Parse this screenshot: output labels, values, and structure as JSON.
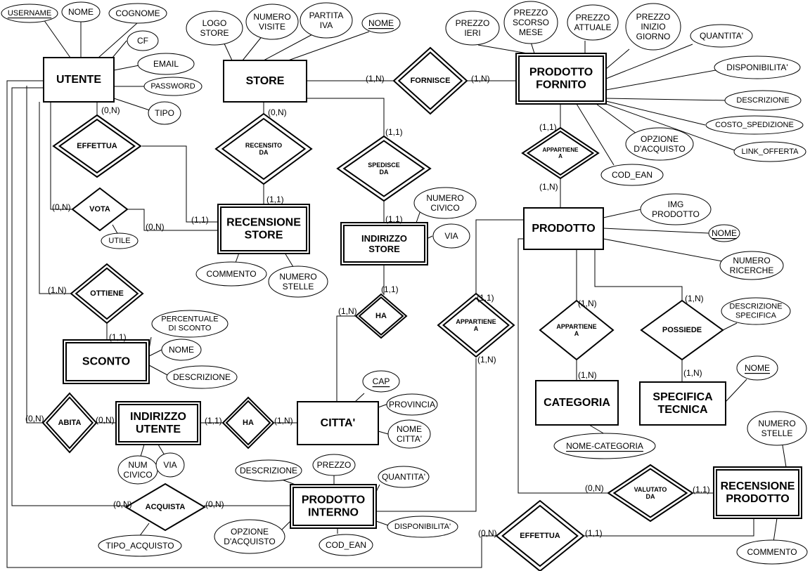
{
  "entities": [
    {
      "id": "utente",
      "label": [
        "UTENTE"
      ]
    },
    {
      "id": "store",
      "label": [
        "STORE"
      ]
    },
    {
      "id": "prodotto-fornito",
      "label": [
        "PRODOTTO",
        "FORNITO"
      ]
    },
    {
      "id": "recensione-store",
      "label": [
        "RECENSIONE",
        "STORE"
      ]
    },
    {
      "id": "indirizzo-store",
      "label": [
        "INDIRIZZO",
        "STORE"
      ]
    },
    {
      "id": "prodotto",
      "label": [
        "PRODOTTO"
      ]
    },
    {
      "id": "sconto",
      "label": [
        "SCONTO"
      ]
    },
    {
      "id": "indirizzo-utente",
      "label": [
        "INDIRIZZO",
        "UTENTE"
      ]
    },
    {
      "id": "citta",
      "label": [
        "CITTA'"
      ]
    },
    {
      "id": "categoria",
      "label": [
        "CATEGORIA"
      ]
    },
    {
      "id": "specifica-tecnica",
      "label": [
        "SPECIFICA",
        "TECNICA"
      ]
    },
    {
      "id": "prodotto-interno",
      "label": [
        "PRODOTTO",
        "INTERNO"
      ]
    },
    {
      "id": "recensione-prodotto",
      "label": [
        "RECENSIONE",
        "PRODOTTO"
      ]
    }
  ],
  "relationships": [
    {
      "id": "fornisce",
      "label": [
        "FORNISCE"
      ]
    },
    {
      "id": "effettua-recensione",
      "label": [
        "EFFETTUA"
      ]
    },
    {
      "id": "recensito-da",
      "label": [
        "RECENSITO",
        "DA"
      ]
    },
    {
      "id": "spedisce-da",
      "label": [
        "SPEDISCE",
        "DA"
      ]
    },
    {
      "id": "vota",
      "label": [
        "VOTA"
      ]
    },
    {
      "id": "appartiene-fornito",
      "label": [
        "APPARTIENE",
        "A"
      ]
    },
    {
      "id": "ottiene",
      "label": [
        "OTTIENE"
      ]
    },
    {
      "id": "ha-store",
      "label": [
        "HA"
      ]
    },
    {
      "id": "appartiene-interno",
      "label": [
        "APPARTIENE",
        "A"
      ]
    },
    {
      "id": "appartiene-categoria",
      "label": [
        "APPARTIENE",
        "A"
      ]
    },
    {
      "id": "possiede",
      "label": [
        "POSSIEDE"
      ]
    },
    {
      "id": "abita",
      "label": [
        "ABITA"
      ]
    },
    {
      "id": "ha-utente",
      "label": [
        "HA"
      ]
    },
    {
      "id": "acquista",
      "label": [
        "ACQUISTA"
      ]
    },
    {
      "id": "valutato-da",
      "label": [
        "VALUTATO",
        "DA"
      ]
    },
    {
      "id": "effettua-prodotto",
      "label": [
        "EFFETTUA"
      ]
    }
  ],
  "attributes": [
    {
      "id": "username",
      "label": [
        "USERNAME"
      ],
      "key": true
    },
    {
      "id": "nome-utente",
      "label": [
        "NOME"
      ]
    },
    {
      "id": "cognome",
      "label": [
        "COGNOME"
      ]
    },
    {
      "id": "cf",
      "label": [
        "CF"
      ]
    },
    {
      "id": "email",
      "label": [
        "EMAIL"
      ]
    },
    {
      "id": "password",
      "label": [
        "PASSWORD"
      ]
    },
    {
      "id": "tipo",
      "label": [
        "TIPO"
      ]
    },
    {
      "id": "logo-store",
      "label": [
        "LOGO",
        "STORE"
      ]
    },
    {
      "id": "numero-visite",
      "label": [
        "NUMERO",
        "VISITE"
      ]
    },
    {
      "id": "partita-iva",
      "label": [
        "PARTITA",
        "IVA"
      ]
    },
    {
      "id": "nome-store",
      "label": [
        "NOME"
      ],
      "key": true
    },
    {
      "id": "prezzo-ieri",
      "label": [
        "PREZZO",
        "IERI"
      ]
    },
    {
      "id": "prezzo-scorso-mese",
      "label": [
        "PREZZO",
        "SCORSO",
        "MESE"
      ]
    },
    {
      "id": "prezzo-attuale",
      "label": [
        "PREZZO",
        "ATTUALE"
      ]
    },
    {
      "id": "prezzo-inizio-giorno",
      "label": [
        "PREZZO",
        "INIZIO",
        "GIORNO"
      ]
    },
    {
      "id": "quantita-fornito",
      "label": [
        "QUANTITA'"
      ]
    },
    {
      "id": "disponibilita-fornito",
      "label": [
        "DISPONIBILITA'"
      ]
    },
    {
      "id": "descrizione-fornito",
      "label": [
        "DESCRIZIONE"
      ]
    },
    {
      "id": "costo-spedizione",
      "label": [
        "COSTO_SPEDIZIONE"
      ]
    },
    {
      "id": "link-offerta",
      "label": [
        "LINK_OFFERTA"
      ]
    },
    {
      "id": "opzione-acquisto-fornito",
      "label": [
        "OPZIONE",
        "D'ACQUISTO"
      ]
    },
    {
      "id": "cod-ean-fornito",
      "label": [
        "COD_EAN"
      ]
    },
    {
      "id": "numero-civico-store",
      "label": [
        "NUMERO",
        "CIVICO"
      ]
    },
    {
      "id": "via-store",
      "label": [
        "VIA"
      ]
    },
    {
      "id": "img-prodotto",
      "label": [
        "IMG",
        "PRODOTTO"
      ]
    },
    {
      "id": "nome-prodotto",
      "label": [
        "NOME"
      ],
      "key": true
    },
    {
      "id": "numero-ricerche",
      "label": [
        "NUMERO",
        "RICERCHE"
      ]
    },
    {
      "id": "utile",
      "label": [
        "UTILE"
      ]
    },
    {
      "id": "commento-store",
      "label": [
        "COMMENTO"
      ]
    },
    {
      "id": "numero-stelle-store",
      "label": [
        "NUMERO",
        "STELLE"
      ]
    },
    {
      "id": "percentuale-sconto",
      "label": [
        "PERCENTUALE",
        "DI SCONTO"
      ]
    },
    {
      "id": "nome-sconto",
      "label": [
        "NOME"
      ]
    },
    {
      "id": "descrizione-sconto",
      "label": [
        "DESCRIZIONE"
      ]
    },
    {
      "id": "cap",
      "label": [
        "CAP"
      ],
      "key": true
    },
    {
      "id": "provincia",
      "label": [
        "PROVINCIA"
      ]
    },
    {
      "id": "nome-citta",
      "label": [
        "NOME",
        "CITTA'"
      ]
    },
    {
      "id": "descrizione-specifica",
      "label": [
        "DESCRIZIONE",
        "SPECIFICA"
      ]
    },
    {
      "id": "nome-specifica",
      "label": [
        "NOME"
      ],
      "key": true
    },
    {
      "id": "nome-categoria",
      "label": [
        "NOME-CATEGORIA"
      ],
      "key": true
    },
    {
      "id": "num-civico-utente",
      "label": [
        "NUM",
        "CIVICO"
      ]
    },
    {
      "id": "via-utente",
      "label": [
        "VIA"
      ]
    },
    {
      "id": "descrizione-interno",
      "label": [
        "DESCRIZIONE"
      ]
    },
    {
      "id": "prezzo-interno",
      "label": [
        "PREZZO"
      ]
    },
    {
      "id": "quantita-interno",
      "label": [
        "QUANTITA'"
      ]
    },
    {
      "id": "disponibilita-interno",
      "label": [
        "DISPONIBILITA'"
      ]
    },
    {
      "id": "opzione-acquisto-interno",
      "label": [
        "OPZIONE",
        "D'ACQUISTO"
      ]
    },
    {
      "id": "cod-ean-interno",
      "label": [
        "COD_EAN"
      ]
    },
    {
      "id": "tipo-acquisto",
      "label": [
        "TIPO_ACQUISTO"
      ]
    },
    {
      "id": "numero-stelle-prodotto",
      "label": [
        "NUMERO",
        "STELLE"
      ]
    },
    {
      "id": "commento-prodotto",
      "label": [
        "COMMENTO"
      ]
    }
  ],
  "cardinalities": [
    {
      "id": "fornisce-store",
      "text": "(1,N)"
    },
    {
      "id": "fornisce-prodotto",
      "text": "(1,N)"
    },
    {
      "id": "utente-effettua",
      "text": "(0,N)"
    },
    {
      "id": "store-recensito",
      "text": "(0,N)"
    },
    {
      "id": "recensito-recensione",
      "text": "(1,1)"
    },
    {
      "id": "effettua-recensione",
      "text": "(1,1)"
    },
    {
      "id": "store-spedisce",
      "text": "(1,1)"
    },
    {
      "id": "spedisce-indirizzo",
      "text": "(1,1)"
    },
    {
      "id": "utente-vota",
      "text": "(0,N)"
    },
    {
      "id": "vota-recensione",
      "text": "(0,N)"
    },
    {
      "id": "fornito-appartiene",
      "text": "(1,1)"
    },
    {
      "id": "appartiene-prodotto",
      "text": "(1,N)"
    },
    {
      "id": "utente-ottiene",
      "text": "(1,N)"
    },
    {
      "id": "ottiene-sconto",
      "text": "(1,1)"
    },
    {
      "id": "indirizzo-ha",
      "text": "(1,1)"
    },
    {
      "id": "ha-citta",
      "text": "(1,N)"
    },
    {
      "id": "appartiene-interno-top",
      "text": "(1,1)"
    },
    {
      "id": "appartiene-interno-bottom",
      "text": "(1,N)"
    },
    {
      "id": "prodotto-categoria",
      "text": "(1,N)"
    },
    {
      "id": "categoria-appartiene",
      "text": "(1,N)"
    },
    {
      "id": "prodotto-possiede",
      "text": "(1,N)"
    },
    {
      "id": "possiede-specifica",
      "text": "(1,N)"
    },
    {
      "id": "utente-abita",
      "text": "(0,N)"
    },
    {
      "id": "abita-indirizzo",
      "text": "(0,N)"
    },
    {
      "id": "indirizzo-utente-ha",
      "text": "(1,1)"
    },
    {
      "id": "ha-utente-citta",
      "text": "(1,N)"
    },
    {
      "id": "utente-acquista",
      "text": "(0,N)"
    },
    {
      "id": "acquista-interno",
      "text": "(0,N)"
    },
    {
      "id": "prodotto-valutato",
      "text": "(0,N)"
    },
    {
      "id": "valutato-recensione",
      "text": "(1,1)"
    },
    {
      "id": "utente-effettua-prodotto",
      "text": "(0,N)"
    },
    {
      "id": "effettua-recensione-prodotto",
      "text": "(1,1)"
    }
  ]
}
